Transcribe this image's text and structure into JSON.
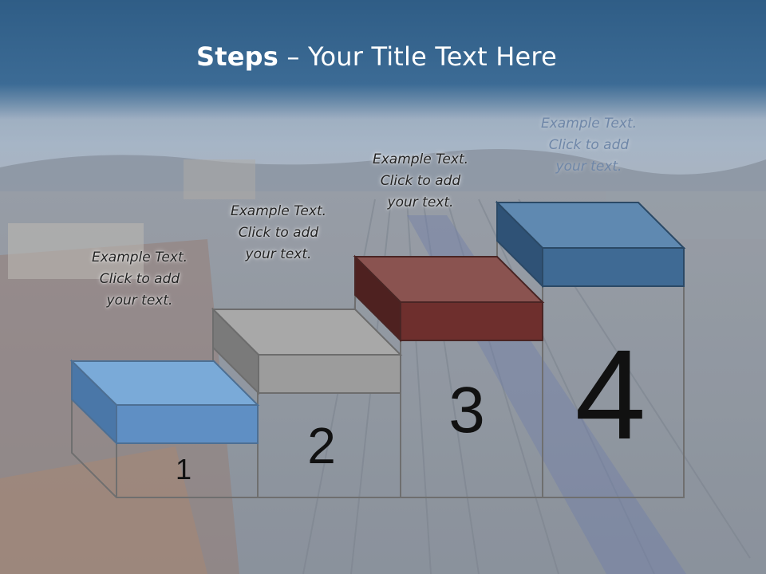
{
  "title": {
    "bold": "Steps",
    "rest": " – Your Title Text Here"
  },
  "steps": [
    {
      "number": "1",
      "text_line1": "Example Text.",
      "text_line2": "Click  to add",
      "text_line3": "your text.",
      "color": "#5f8fc4"
    },
    {
      "number": "2",
      "text_line1": "Example Text.",
      "text_line2": "Click  to add",
      "text_line3": "your text.",
      "color": "#9c9c9c"
    },
    {
      "number": "3",
      "text_line1": "Example Text.",
      "text_line2": "Click  to add",
      "text_line3": "your text.",
      "color": "#6e2f2d"
    },
    {
      "number": "4",
      "text_line1": "Example Text.",
      "text_line2": "Click  to add",
      "text_line3": "your text.",
      "color": "#3f6a94"
    }
  ]
}
